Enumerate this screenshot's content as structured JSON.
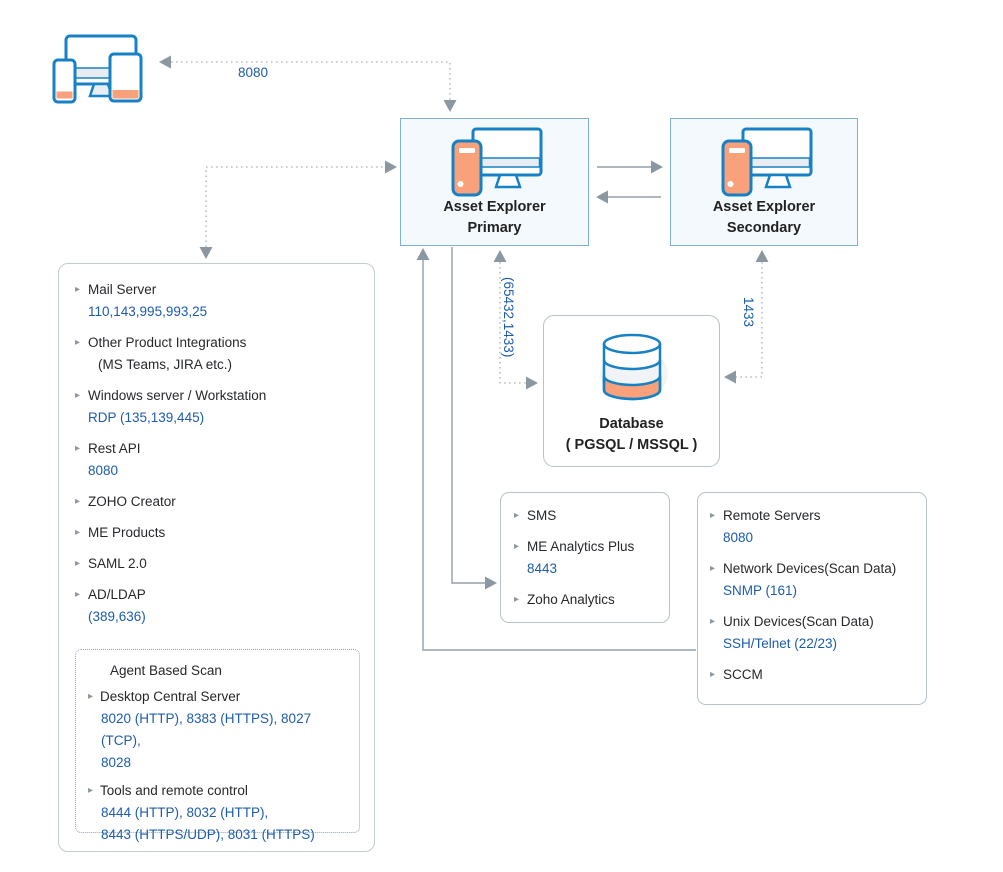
{
  "edge_labels": {
    "client_primary": "8080",
    "primary_database": "(65432,1433)",
    "secondary_database": "1433"
  },
  "nodes": {
    "client_devices": {
      "icon": "devices-icon"
    },
    "primary": {
      "line1": "Asset Explorer",
      "line2": "Primary",
      "icon": "server-monitor-icon"
    },
    "secondary": {
      "line1": "Asset Explorer",
      "line2": "Secondary",
      "icon": "server-monitor-icon"
    },
    "database": {
      "line1": "Database",
      "line2": "( PGSQL / MSSQL )",
      "icon": "database-icon"
    }
  },
  "left_panel": {
    "items": [
      {
        "label": "Mail Server",
        "ports": [
          "110,143,995,993,25"
        ]
      },
      {
        "label": "Other Product Integrations",
        "sublabel": "(MS Teams, JIRA etc.)"
      },
      {
        "label": "Windows server / Workstation",
        "ports": [
          "RDP (135,139,445)"
        ]
      },
      {
        "label": "Rest API",
        "ports": [
          "8080"
        ]
      },
      {
        "label": "ZOHO Creator"
      },
      {
        "label": "ME Products"
      },
      {
        "label": "SAML 2.0"
      },
      {
        "label": "AD/LDAP",
        "ports": [
          "(389,636)"
        ]
      }
    ],
    "agent_box": {
      "title": "Agent Based Scan",
      "items": [
        {
          "label": "Desktop Central Server",
          "ports": [
            "8020 (HTTP), 8383 (HTTPS), 8027 (TCP),",
            "8028"
          ]
        },
        {
          "label": "Tools and remote control",
          "ports": [
            "8444 (HTTP), 8032 (HTTP),",
            "8443 (HTTPS/UDP), 8031 (HTTPS)"
          ]
        }
      ]
    }
  },
  "sms_box": {
    "items": [
      {
        "label": "SMS"
      },
      {
        "label": "ME Analytics Plus",
        "ports": [
          "8443"
        ]
      },
      {
        "label": "Zoho Analytics"
      }
    ]
  },
  "remote_box": {
    "items": [
      {
        "label": "Remote Servers",
        "ports": [
          "8080"
        ]
      },
      {
        "label": "Network Devices(Scan Data)",
        "ports": [
          "SNMP (161)"
        ]
      },
      {
        "label": "Unix Devices(Scan Data)",
        "ports": [
          "SSH/Telnet (22/23)"
        ]
      },
      {
        "label": "SCCM"
      }
    ]
  },
  "glyphs": {
    "bullet": "▸"
  },
  "colors": {
    "icon_blue": "#1781c6",
    "icon_orange": "#f9a17b",
    "port_text": "#1d5cad",
    "label_text": "#26282b",
    "arrow_gray": "#8b97a1",
    "node_border": "#7fafd2",
    "node_fill": "#f4f9fd",
    "box_border": "#b7c3cc"
  }
}
